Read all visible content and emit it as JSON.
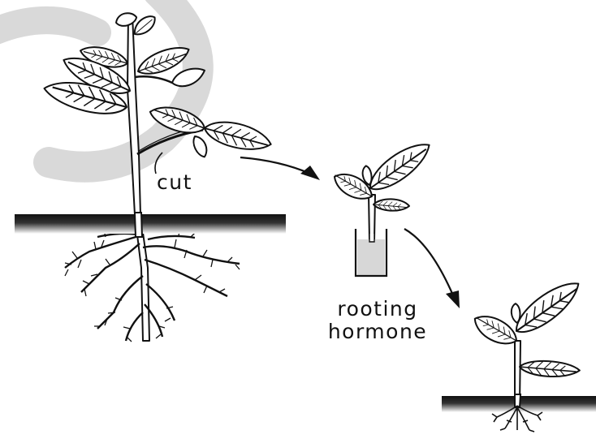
{
  "labels": {
    "cut": "cut",
    "hormone_line1": "rooting",
    "hormone_line2": "hormone"
  },
  "colors": {
    "ink": "#111111",
    "watermark": "#d9d9d9",
    "hormone_liquid": "#d7d7d7",
    "soil": "#2b2b2b"
  }
}
